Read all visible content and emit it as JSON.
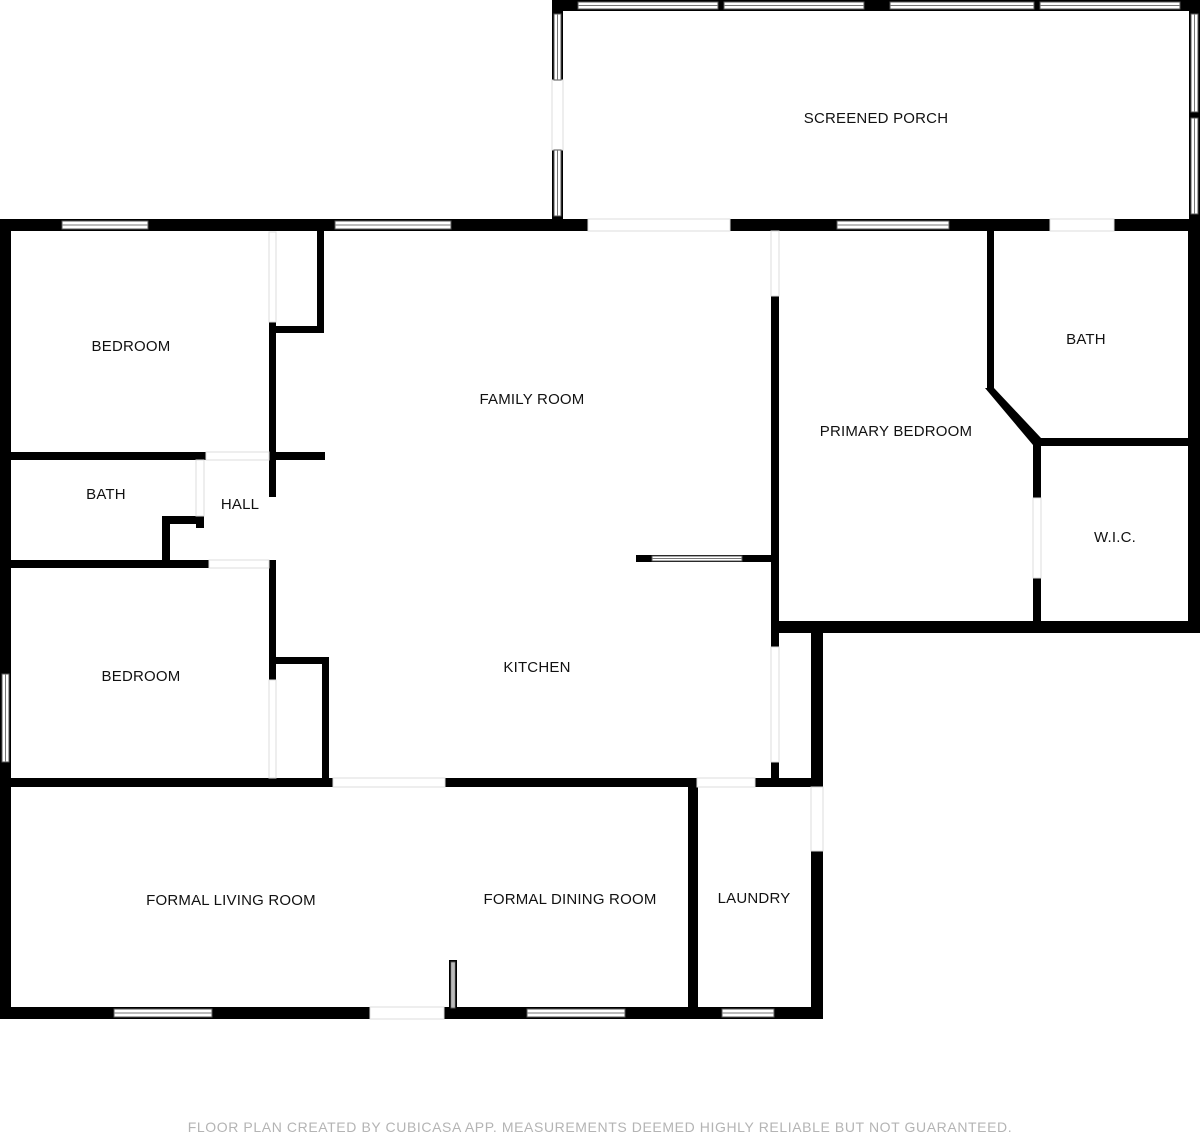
{
  "rooms": {
    "screened_porch": "SCREENED PORCH",
    "bedroom_1": "BEDROOM",
    "family_room": "FAMILY ROOM",
    "primary_bedroom": "PRIMARY BEDROOM",
    "bath_primary": "BATH",
    "bath_hall": "BATH",
    "hall": "HALL",
    "wic": "W.I.C.",
    "bedroom_2": "BEDROOM",
    "kitchen": "KITCHEN",
    "formal_living_room": "FORMAL LIVING ROOM",
    "formal_dining_room": "FORMAL DINING ROOM",
    "laundry": "LAUNDRY"
  },
  "footer": {
    "disclaimer": "FLOOR PLAN CREATED BY CUBICASA APP. MEASUREMENTS DEEMED HIGHLY RELIABLE BUT NOT GUARANTEED."
  },
  "colors": {
    "wall": "#000000",
    "background": "#ffffff",
    "footer_text": "#b4b4b4"
  }
}
